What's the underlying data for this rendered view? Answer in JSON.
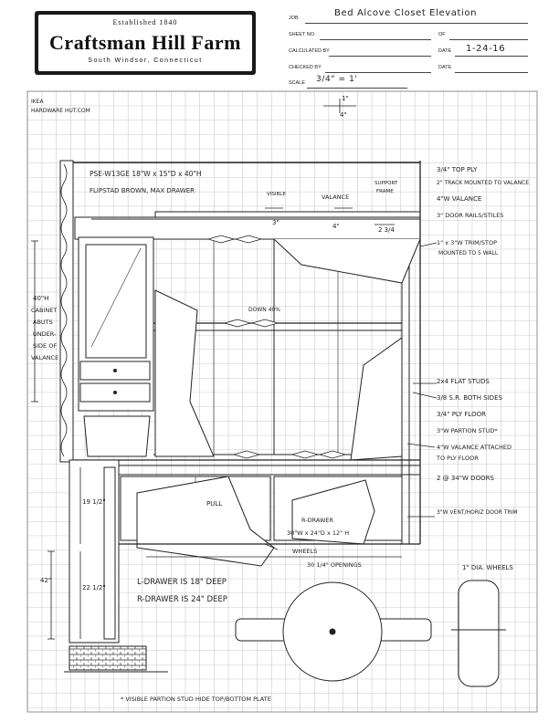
{
  "logo": {
    "established": "Established 1840",
    "name": "Craftsman Hill Farm",
    "location": "South Windsor, Connecticut"
  },
  "title_block": {
    "job_label": "JOB",
    "job_value": "Bed Alcove Closet Elevation",
    "sheet_label": "SHEET NO.",
    "of_label": "OF",
    "calc_label": "CALCULATED BY",
    "date_label": "DATE",
    "date_value": "1-24-16",
    "checked_label": "CHECKED BY",
    "date2_label": "DATE",
    "scale_label": "SCALE",
    "scale_value": "3/4\" = 1'"
  },
  "notes": {
    "ikea": "IKEA",
    "hardware": "HARDWARE HUT.COM",
    "cabinet_model": "PSE-W13GE   18\"W x 15\"D x 40\"H",
    "cabinet_finish": "FLIPSTAD BROWN, MAX DRAWER",
    "visible": "VISIBLE",
    "valance": "VALANCE",
    "support_frame_1": "SUPPORT",
    "support_frame_2": "FRAME",
    "dim_3in": "3\"",
    "dim_4in": "4\"",
    "dim_2_3_4": "2 3/4",
    "dim_1in": "1\"",
    "dim_4in_top": "4\"",
    "r1": "3/4\" TOP PLY",
    "r2": "2\" TRACK MOUNTED TO VALANCE",
    "r3": "4\"W VALANCE",
    "r4": "3\" DOOR RAILS/STILES",
    "r5a": "1\" x 3\"W TRIM/STOP",
    "r5b": "MOUNTED TO 5 WALL",
    "cabinet_note_1": "40\"H",
    "cabinet_note_2": "CABINET",
    "cabinet_note_3": "ABUTS",
    "cabinet_note_4": "UNDER-",
    "cabinet_note_5": "SIDE OF",
    "cabinet_note_6": "VALANCE",
    "down": "DOWN 40%",
    "r6": "2x4 FLAT STUDS",
    "r7": "3/8 S.R. BOTH SIDES",
    "r8": "3/4\" PLY FLOOR",
    "r9": "3\"W PARTION STUD*",
    "r10a": "4\"W VALANCE ATTACHED",
    "r10b": "TO PLY FLOOR",
    "r11": "2 @ 34\"W DOORS",
    "r12": "3\"W VENT/HORIZ DOOR TRIM",
    "pull": "PULL",
    "dim_19_half": "19 1/2\"",
    "dim_22_half": "22 1/2\"",
    "dim_42": "42\"",
    "r_drawer": "R-DRAWER",
    "r_drawer_dims": "30\"W x 24\"D x 12\" H",
    "wheels": "WHEELS",
    "openings": "30 1/4\" OPENINGS",
    "dia_wheels": "1\" DIA. WHEELS",
    "l_drawer": "L-DRAWER IS 18\" DEEP",
    "r_drawer_deep": "R-DRAWER IS 24\" DEEP",
    "footnote": "* VISIBLE PARTION STUD HIDE TOP/BOTTOM PLATE"
  }
}
